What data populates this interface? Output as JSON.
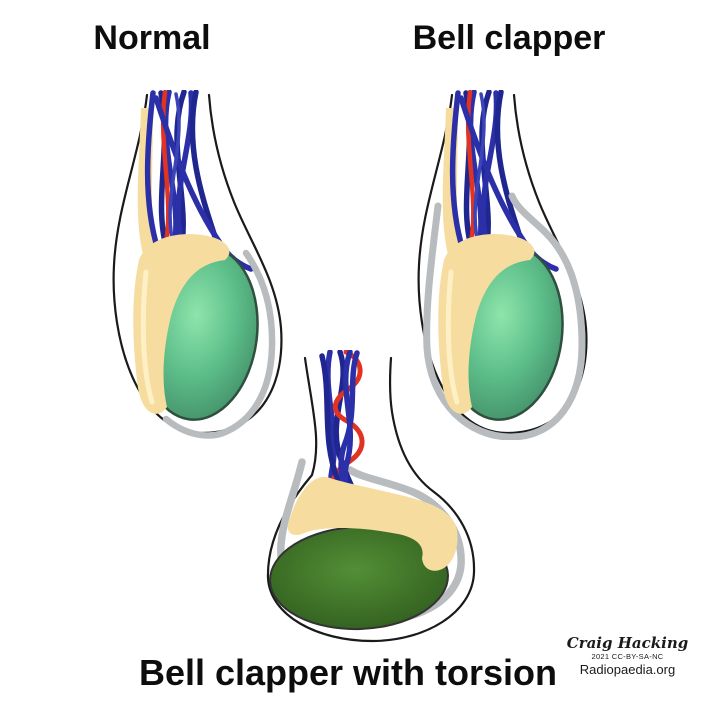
{
  "page": {
    "background": "#ffffff"
  },
  "titles": {
    "normal": "Normal",
    "bell_clapper": "Bell clapper",
    "torsion": "Bell clapper with torsion"
  },
  "attribution": {
    "author": "Craig Hacking",
    "license": "2021 CC-BY-SA-NC",
    "site": "Radiopaedia.org"
  },
  "colors": {
    "title_text": "#0d0d0d",
    "outline": "#1a1a1a",
    "vein": "#2b2fa8",
    "vein_dark": "#20268f",
    "vein_light": "#3b43b8",
    "artery": "#e23322",
    "tunica": "#b9bcbe",
    "epididymis": "#f6dd9f",
    "epididymis_highlight": "#fdf0c4",
    "testis_center": "#8ee5ab",
    "testis_mid": "#5cbd89",
    "testis_edge": "#449069",
    "testis_stroke": "#2f4f3f",
    "ischemic_center": "#538f36",
    "ischemic_edge": "#2e5a1c",
    "ischemic_stroke": "#333333"
  },
  "figures": [
    {
      "id": "normal",
      "structures": [
        "scrotum-outline",
        "spermatic-veins",
        "testicular-artery",
        "epididymis",
        "tunica-vaginalis-partial",
        "testis-healthy"
      ]
    },
    {
      "id": "bell-clapper",
      "structures": [
        "scrotum-outline",
        "spermatic-veins",
        "testicular-artery",
        "epididymis",
        "tunica-vaginalis-complete-wrap",
        "testis-healthy"
      ]
    },
    {
      "id": "bell-clapper-with-torsion",
      "structures": [
        "scrotum-outline",
        "twisted-spermatic-cord",
        "twisted-artery",
        "epididymis-horizontal",
        "tunica-vaginalis-complete-wrap",
        "testis-ischemic"
      ]
    }
  ]
}
